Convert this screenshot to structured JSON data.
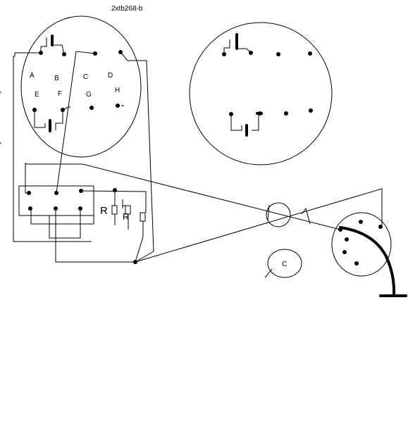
{
  "title": "2xtb268-b",
  "left_socket": {
    "pin_labels": {
      "a": "A",
      "b": "B",
      "c": "C",
      "d": "D",
      "e": "E",
      "f": "F",
      "g": "G",
      "h": "H"
    }
  },
  "resistors": {
    "r1": "R",
    "r2": "R"
  },
  "meter": {
    "label": "C"
  },
  "colors": {
    "ink": "#000000",
    "background": "#ffffff"
  }
}
